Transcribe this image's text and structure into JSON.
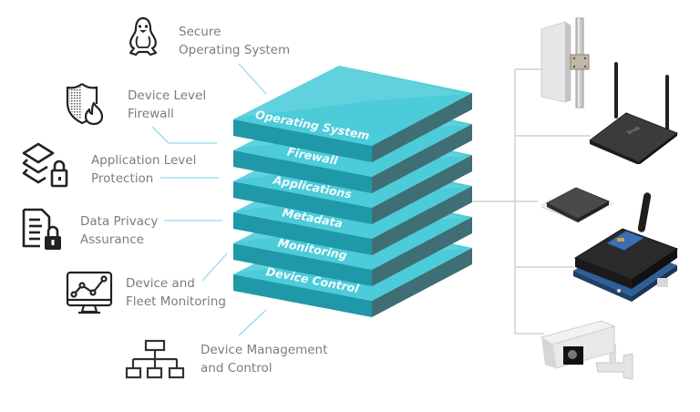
{
  "features": [
    {
      "id": "secure-os",
      "icon": "linux-penguin-icon",
      "lines": [
        "Secure",
        "Operating System"
      ]
    },
    {
      "id": "device-firewall",
      "icon": "shield-flame-icon",
      "lines": [
        "Device Level",
        "Firewall"
      ]
    },
    {
      "id": "app-protection",
      "icon": "layers-lock-icon",
      "lines": [
        "Application Level",
        "Protection"
      ]
    },
    {
      "id": "data-privacy",
      "icon": "document-lock-icon",
      "lines": [
        "Data Privacy",
        "Assurance"
      ]
    },
    {
      "id": "fleet-monitoring",
      "icon": "monitor-chart-icon",
      "lines": [
        "Device and",
        "Fleet Monitoring"
      ]
    },
    {
      "id": "device-management",
      "icon": "org-chart-icon",
      "lines": [
        "Device Management",
        "and Control"
      ]
    }
  ],
  "layers": [
    "Operating System",
    "Firewall",
    "Applications",
    "Metadata",
    "Monitoring",
    "Device Control"
  ],
  "devices": [
    {
      "name": "panel-antenna"
    },
    {
      "name": "wifi-router",
      "brand_text": "Tenda"
    },
    {
      "name": "microcontroller-chip"
    },
    {
      "name": "arduino-board"
    },
    {
      "name": "security-camera"
    }
  ],
  "colors": {
    "slab_top": "#4ccbd9",
    "slab_front": "#1f98a8",
    "slab_side": "#3f6e75",
    "connector": "#8fdcea",
    "bus": "#c8c8c8",
    "label_text": "#7d7d7d"
  }
}
